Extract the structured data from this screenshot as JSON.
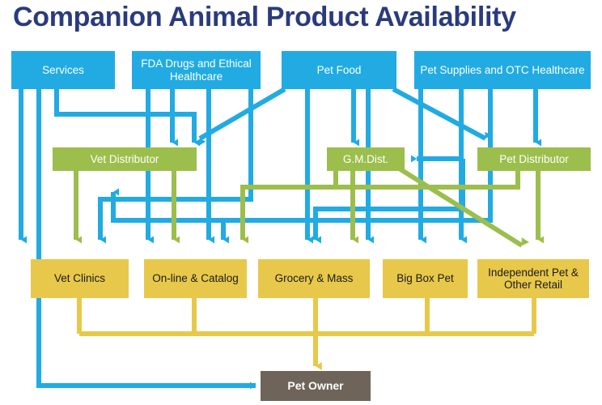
{
  "title": "Companion Animal Product Availability",
  "colors": {
    "title": "#2A3B7D",
    "source_blue": "#21ABE2",
    "distributor_green": "#9CBE4C",
    "retail_yellow": "#E8C84B",
    "owner_gray": "#6E6459",
    "background": "#FFFFFF"
  },
  "sources": [
    {
      "id": "services",
      "label": "Services"
    },
    {
      "id": "fda-drugs",
      "label": "FDA Drugs and Ethical Healthcare"
    },
    {
      "id": "pet-food",
      "label": "Pet Food"
    },
    {
      "id": "pet-supplies",
      "label": "Pet Supplies and OTC Healthcare"
    }
  ],
  "distributors": [
    {
      "id": "vet-distributor",
      "label": "Vet Distributor"
    },
    {
      "id": "gm-dist",
      "label": "G.M.Dist."
    },
    {
      "id": "pet-distributor",
      "label": "Pet Distributor"
    }
  ],
  "retailers": [
    {
      "id": "vet-clinics",
      "label": "Vet Clinics"
    },
    {
      "id": "online-catalog",
      "label": "On-line & Catalog"
    },
    {
      "id": "grocery-mass",
      "label": "Grocery & Mass"
    },
    {
      "id": "big-box-pet",
      "label": "Big Box Pet"
    },
    {
      "id": "independent-pet",
      "label": "Independent Pet & Other Retail"
    }
  ],
  "consumer": {
    "id": "pet-owner",
    "label": "Pet Owner"
  },
  "flows": {
    "blue_from": [
      "Services",
      "FDA Drugs and Ethical Healthcare",
      "Pet Food",
      "Pet Supplies and OTC Healthcare"
    ],
    "green_from": [
      "Vet Distributor",
      "G.M.Dist.",
      "Pet Distributor"
    ],
    "yellow_to_consumer": [
      "Vet Clinics",
      "On-line & Catalog",
      "Grocery & Mass",
      "Big Box Pet",
      "Independent Pet & Other Retail"
    ]
  }
}
